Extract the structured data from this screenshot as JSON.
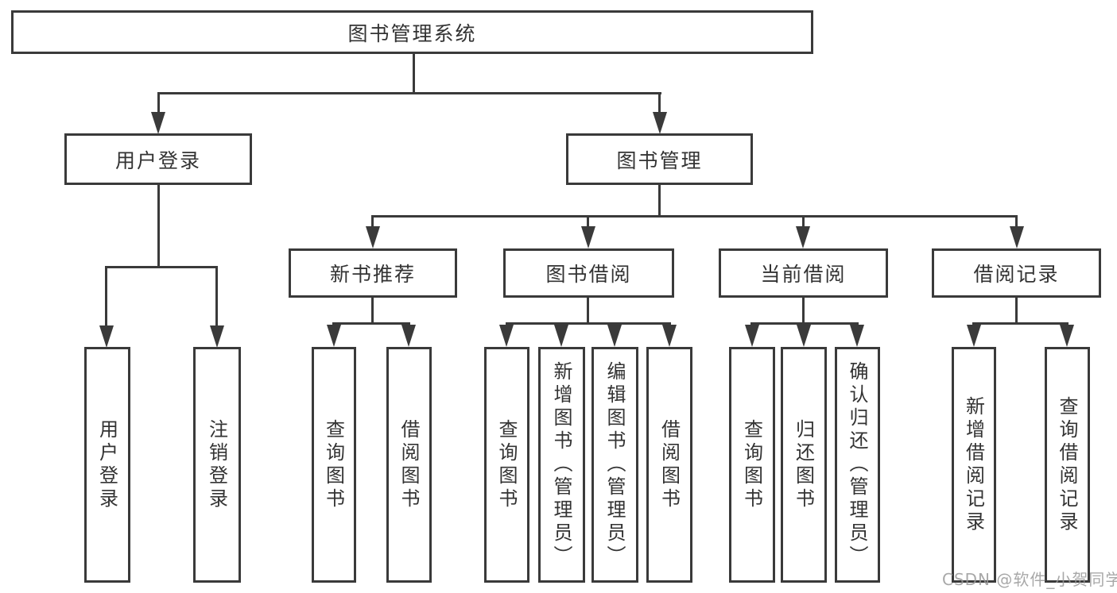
{
  "diagram": {
    "nodes": {
      "root": "图书管理系统",
      "user_login": "用户登录",
      "book_management": "图书管理",
      "login_user": "用户登录",
      "logout": "注销登录",
      "new_book_recommend": "新书推荐",
      "book_borrowing": "图书借阅",
      "current_borrowing": "当前借阅",
      "borrowing_records": "借阅记录",
      "nbr_query_books": "查询图书",
      "nbr_borrow_books": "借阅图书",
      "bb_query_books": "查询图书",
      "bb_add_books_admin": "新增图书（管理员）",
      "bb_edit_books_admin": "编辑图书（管理员）",
      "bb_borrow_books": "借阅图书",
      "cb_query_books": "查询图书",
      "cb_return_books": "归还图书",
      "cb_confirm_return_admin": "确认归还（管理员）",
      "br_add_record": "新增借阅记录",
      "br_query_record": "查询借阅记录"
    },
    "watermark": "CSDN @软件_小贺同学",
    "colors": {
      "line": "#3a3a3a",
      "text": "#333333",
      "box_background": "#ffffff",
      "watermark": "#999999"
    }
  }
}
